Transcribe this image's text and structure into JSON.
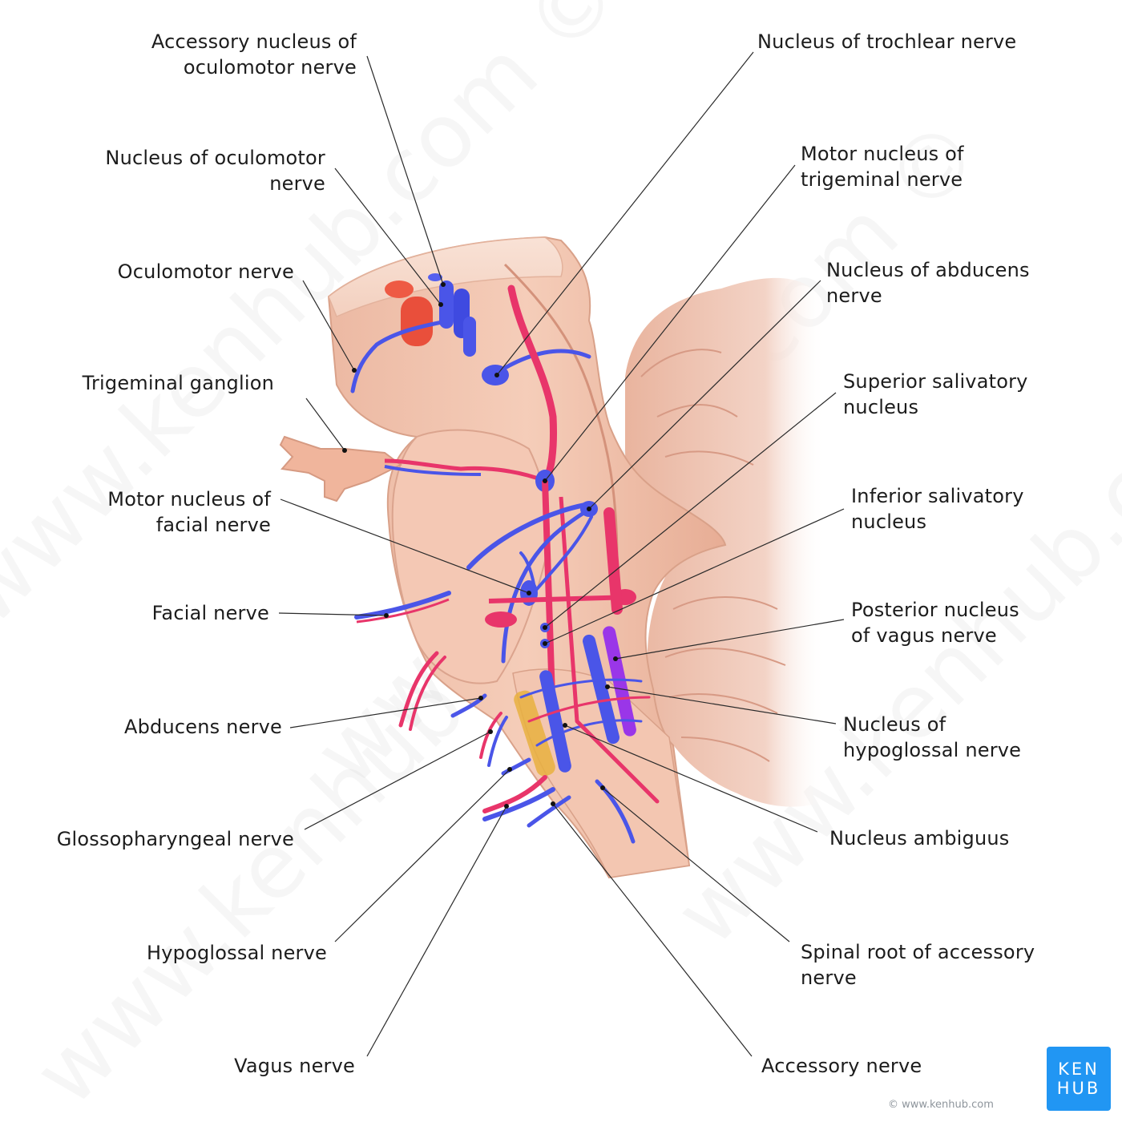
{
  "diagram": {
    "title": "Cranial nerve nuclei in the brainstem",
    "labels_left": [
      {
        "id": "accessory-nucleus-oculomotor",
        "text": "Accessory nucleus of\noculomotor nerve"
      },
      {
        "id": "nucleus-oculomotor",
        "text": "Nucleus of oculomotor\nnerve"
      },
      {
        "id": "oculomotor-nerve",
        "text": "Oculomotor nerve"
      },
      {
        "id": "trigeminal-ganglion",
        "text": "Trigeminal ganglion"
      },
      {
        "id": "motor-nucleus-facial",
        "text": "Motor nucleus of\nfacial nerve"
      },
      {
        "id": "facial-nerve",
        "text": "Facial nerve"
      },
      {
        "id": "abducens-nerve",
        "text": "Abducens nerve"
      },
      {
        "id": "glossopharyngeal-nerve",
        "text": "Glossopharyngeal nerve"
      },
      {
        "id": "hypoglossal-nerve",
        "text": "Hypoglossal nerve"
      },
      {
        "id": "vagus-nerve",
        "text": "Vagus nerve"
      }
    ],
    "labels_right": [
      {
        "id": "nucleus-trochlear",
        "text": "Nucleus of trochlear nerve"
      },
      {
        "id": "motor-nucleus-trigeminal",
        "text": "Motor nucleus of\ntrigeminal nerve"
      },
      {
        "id": "nucleus-abducens",
        "text": "Nucleus of abducens\nnerve"
      },
      {
        "id": "superior-salivatory",
        "text": "Superior salivatory\nnucleus"
      },
      {
        "id": "inferior-salivatory",
        "text": "Inferior salivatory\nnucleus"
      },
      {
        "id": "posterior-nucleus-vagus",
        "text": "Posterior nucleus\nof vagus nerve"
      },
      {
        "id": "nucleus-hypoglossal",
        "text": "Nucleus of\nhypoglossal nerve"
      },
      {
        "id": "nucleus-ambiguus",
        "text": "Nucleus ambiguus"
      },
      {
        "id": "spinal-root-accessory",
        "text": "Spinal root of accessory\nnerve"
      },
      {
        "id": "accessory-nerve",
        "text": "Accessory nerve"
      }
    ],
    "colors": {
      "motor": "#4a55e8",
      "sensory": "#e8356a",
      "parasympathetic": "#9a36e8",
      "brainstem": "#f2c4b0",
      "red_nucleus": "#e84a3a",
      "yellow_nucleus": "#e8b040",
      "logo_blue": "#2196f3"
    }
  },
  "branding": {
    "logo_line1": "KEN",
    "logo_line2": "HUB",
    "copyright": "© www.kenhub.com",
    "watermark": "www.kenhub.com ©"
  }
}
